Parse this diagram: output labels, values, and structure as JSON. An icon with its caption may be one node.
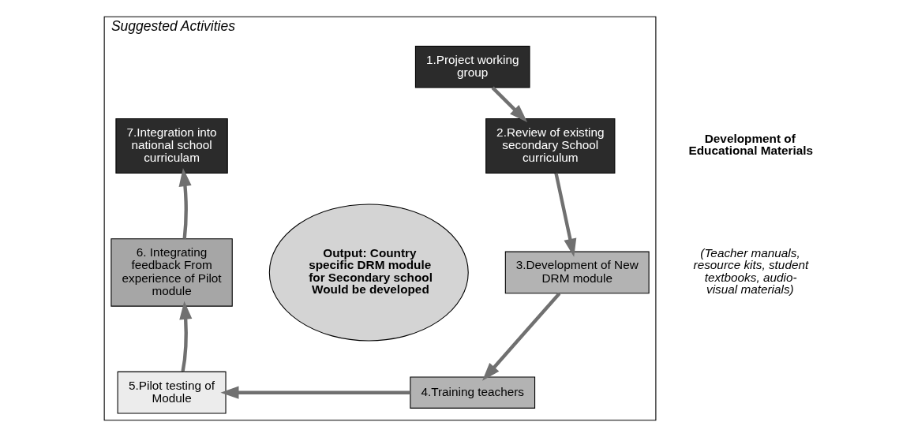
{
  "diagram": {
    "nodes": [
      {
        "text": [
          "Suggested Activities"
        ]
      },
      {
        "text": [
          "1.Project working group"
        ],
        "in": 0
      },
      {
        "text": [
          "2.Review of existing secondary School curriculum"
        ],
        "in": 0
      },
      {
        "text": [
          "3.Development of New DRM module"
        ],
        "in": 0
      },
      {
        "text": [
          "4.Training teachers"
        ],
        "in": 0
      },
      {
        "text": [
          "5.Pilot testing of Module"
        ],
        "in": 0
      },
      {
        "text": [
          "6. Integrating feedback From experience of Pilot module"
        ],
        "in": 0
      },
      {
        "text": [
          "7.Integration into national school curriculam"
        ],
        "in": 0
      },
      {
        "text": [
          "Output: Country specific DRM module for Secondary school Would be developed"
        ],
        "in": 0
      }
    ],
    "edges": [
      {
        "from": 1,
        "to": 2,
        "arrow": "to"
      },
      {
        "from": 2,
        "to": 3,
        "arrow": "to"
      },
      {
        "from": 3,
        "to": 4,
        "arrow": "to"
      },
      {
        "from": 4,
        "to": 5,
        "arrow": "to"
      },
      {
        "from": 5,
        "to": 6,
        "arrow": "to"
      },
      {
        "from": 6,
        "to": 7,
        "arrow": "to"
      }
    ],
    "labels": [
      "Development of Educational Materials",
      "(Teacher manuals, resource kits, student textbooks, audio-visual materials)"
    ]
  }
}
